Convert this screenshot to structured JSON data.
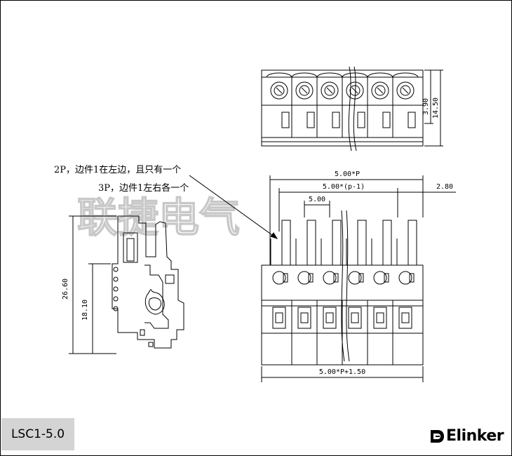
{
  "notes": {
    "line1": "2P，边件1在左边，且只有一个",
    "line2": "3P，边件1左右各一个"
  },
  "watermark": "联捷电气",
  "dimensions": {
    "top_height_a": "3.90",
    "top_height_b": "14.50",
    "pitch_total": "5.00*P",
    "pitch_minus_one": "5.00*(p-1)",
    "pitch": "5.00",
    "edge_offset": "2.80",
    "overall_width": "5.00*P+1.50",
    "side_height": "26.60",
    "side_lower_height": "18.10"
  },
  "model": "LSC1-5.0",
  "brand": "Elinker",
  "icons": [
    "elinker-logo-icon"
  ]
}
